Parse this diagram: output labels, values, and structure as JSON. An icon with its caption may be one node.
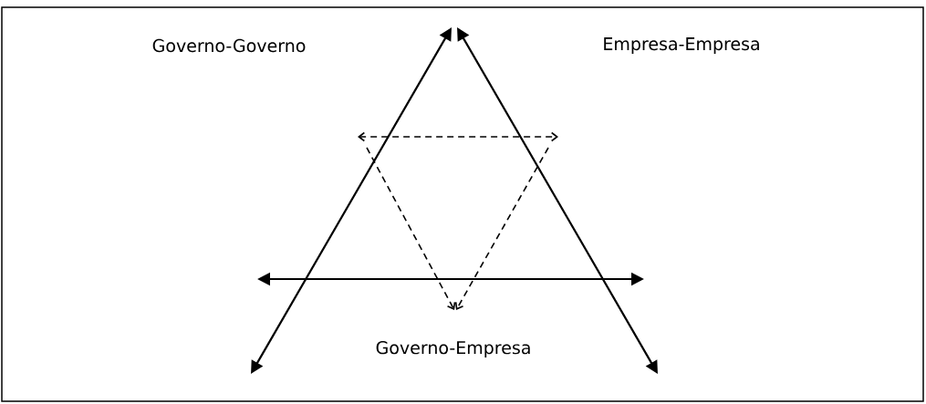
{
  "diagram": {
    "labels": [
      "Governo-Governo",
      "Empresa-Empresa",
      "Governo-Empresa"
    ]
  }
}
